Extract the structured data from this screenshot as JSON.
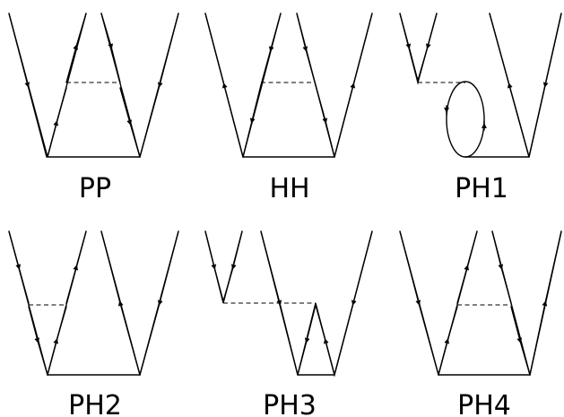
{
  "diagrams": [
    {
      "id": "pp",
      "label": "PP"
    },
    {
      "id": "hh",
      "label": "HH"
    },
    {
      "id": "ph1",
      "label": "PH1"
    },
    {
      "id": "ph2",
      "label": "PH2"
    },
    {
      "id": "ph3",
      "label": "PH3"
    },
    {
      "id": "ph4",
      "label": "PH4"
    }
  ]
}
